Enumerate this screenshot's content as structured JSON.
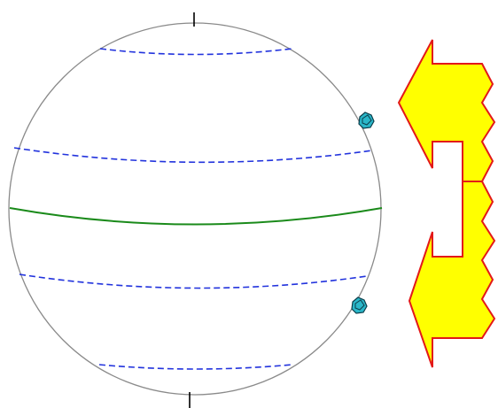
{
  "diagram": {
    "colors": {
      "globe_outline": "#8a8a8a",
      "axis": "#000000",
      "equator": "#1a8a1a",
      "latitude_dashed": "#2233dd",
      "arrow_fill": "#ffff00",
      "arrow_stroke": "#e31818",
      "marker_fill": "#2ab7c9",
      "marker_stroke": "#0b3d4a"
    },
    "globe": {
      "latitude_lines": [
        {
          "name": "upper-latitude-line",
          "style": "dashed"
        },
        {
          "name": "upper-mid-latitude-line",
          "style": "dashed"
        },
        {
          "name": "equator-line",
          "style": "solid"
        },
        {
          "name": "lower-mid-latitude-line",
          "style": "dashed"
        },
        {
          "name": "lower-latitude-line",
          "style": "dashed"
        }
      ],
      "axis_ticks": [
        "north-axis-tick",
        "south-axis-tick"
      ],
      "markers": [
        "upper-marker-icon",
        "lower-marker-icon"
      ]
    },
    "arrows": [
      {
        "name": "upper-incoming-arrow",
        "direction": "left"
      },
      {
        "name": "lower-incoming-arrow",
        "direction": "left"
      }
    ]
  }
}
